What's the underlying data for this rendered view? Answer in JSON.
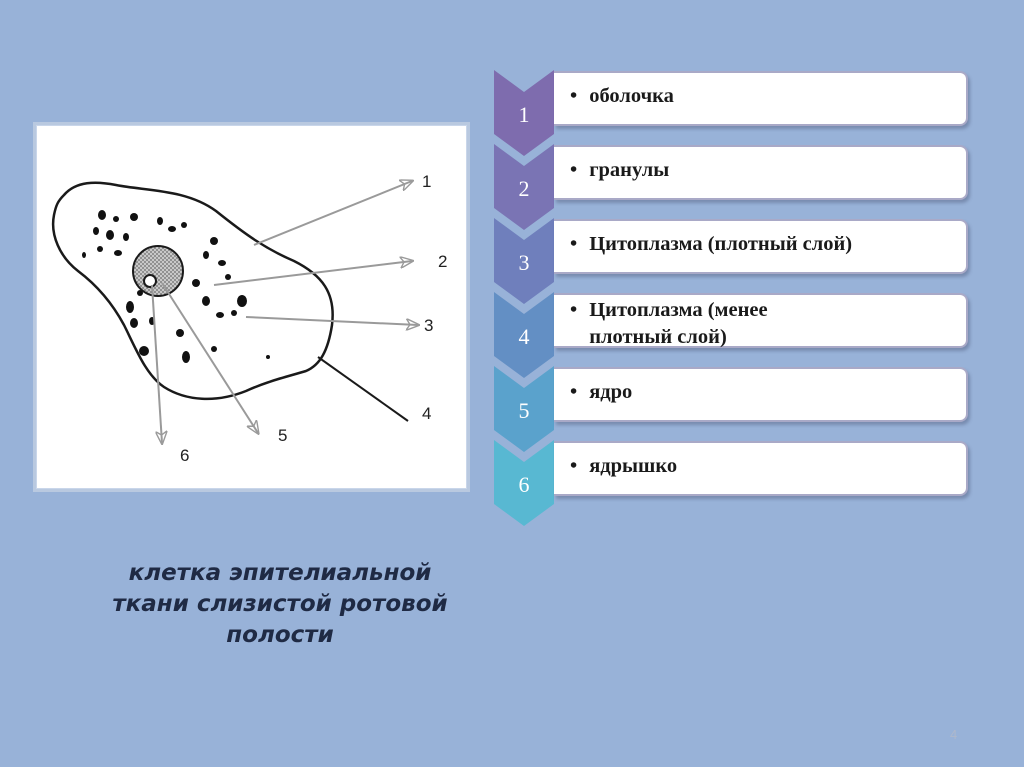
{
  "diagram": {
    "callouts": [
      "1",
      "2",
      "3",
      "4",
      "5",
      "6"
    ]
  },
  "caption": {
    "line1": "клетка эпителиальной",
    "line2": "ткани слизистой ротовой",
    "line3": "полости"
  },
  "list": {
    "bullet": "•",
    "items": [
      {
        "number": "1",
        "label": "оболочка",
        "color": "#7e6cae"
      },
      {
        "number": "2",
        "label": "гранулы",
        "color": "#7a74b4"
      },
      {
        "number": "3",
        "label": "Цитоплазма (плотный слой)",
        "color": "#6f7fbc"
      },
      {
        "number": "4",
        "label": "Цитоплазма  (менее\nплотный слой)",
        "color": "#638fc4"
      },
      {
        "number": "5",
        "label": "ядро",
        "color": "#5aa2cc"
      },
      {
        "number": "6",
        "label": "ядрышко",
        "color": "#58b8d2"
      }
    ]
  },
  "colors": {
    "background": "#98b2d8",
    "box_border": "#a9a9c7",
    "caption_text": "#1f2a44"
  },
  "page_number": "4"
}
